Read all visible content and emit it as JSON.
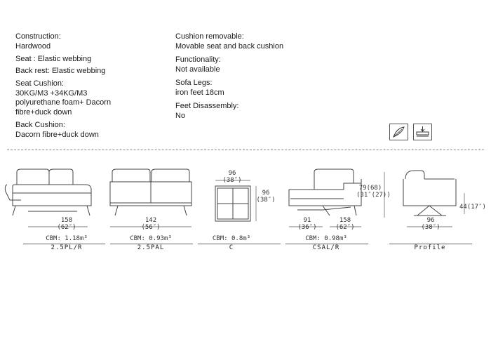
{
  "specs_left": {
    "construction_label": "Construction:",
    "construction_value": "Hardwood",
    "seat_line": "Seat      : Elastic webbing",
    "backrest_line": "Back rest:  Elastic webbing",
    "seat_cushion_label": "Seat Cushion:",
    "seat_cushion_l1": "30KG/M3 +34KG/M3",
    "seat_cushion_l2": "polyurethane foam+ Dacorn",
    "seat_cushion_l3": "fibre+duck down",
    "back_cushion_label": "Back Cushion:",
    "back_cushion_value": "Dacorn fibre+duck down"
  },
  "specs_right": {
    "cushion_removable_label": "Cushion removable:",
    "cushion_removable_value": "Movable seat and back cushion",
    "functionality_label": "Functionality:",
    "functionality_value": "Not available",
    "sofa_legs_label": "Sofa Legs:",
    "sofa_legs_value": "iron feet 18cm",
    "feet_disassembly_label": "Feet Disassembly:",
    "feet_disassembly_value": "No"
  },
  "icons": [
    "feather-icon",
    "seat-compression-icon"
  ],
  "modules": [
    {
      "name": "2.5PL/R",
      "cbm": "CBM: 1.18m³",
      "width": "158",
      "width_in": "(62″)"
    },
    {
      "name": "2.5PAL",
      "cbm": "CBM: 0.93m³",
      "width": "142",
      "width_in": "(56″)"
    },
    {
      "name": "C",
      "cbm": "CBM: 0.8m³",
      "top": "96",
      "top_in": "(38″)",
      "side": "96",
      "side_in": "(38″)"
    },
    {
      "name": "CSAL/R",
      "cbm": "CBM: 0.98m³",
      "width_a": "91",
      "width_a_in": "(36″)",
      "width_b": "158",
      "width_b_in": "(62″)"
    },
    {
      "name": "Profile",
      "depth": "96",
      "depth_in": "(38″)",
      "height_a": "79(68)",
      "height_a_in": "(31″(27))",
      "seat_h": "44(17″)"
    }
  ]
}
